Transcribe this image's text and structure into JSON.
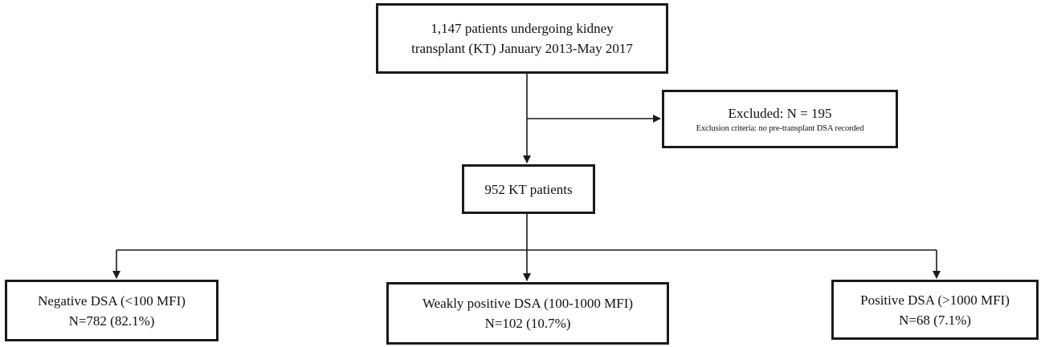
{
  "flowchart": {
    "total": {
      "line1": "1,147  patients undergoing kidney",
      "line2": "transplant (KT)  January 2013-May  2017"
    },
    "excluded": {
      "title": "Excluded:  N = 195",
      "criteria": "Exclusion criteria: no pre-transplant DSA recorded"
    },
    "kt_patients": {
      "label": "952  KT  patients"
    },
    "negative": {
      "label": "Negative DSA (<100  MFI)",
      "count": "N=782  (82.1%)"
    },
    "weak": {
      "label": "Weakly positive DSA  (100-1000   MFI)",
      "count": "N=102  (10.7%)"
    },
    "positive": {
      "label": "Positive DSA  (>1000  MFI)",
      "count": "N=68  (7.1%)"
    }
  }
}
